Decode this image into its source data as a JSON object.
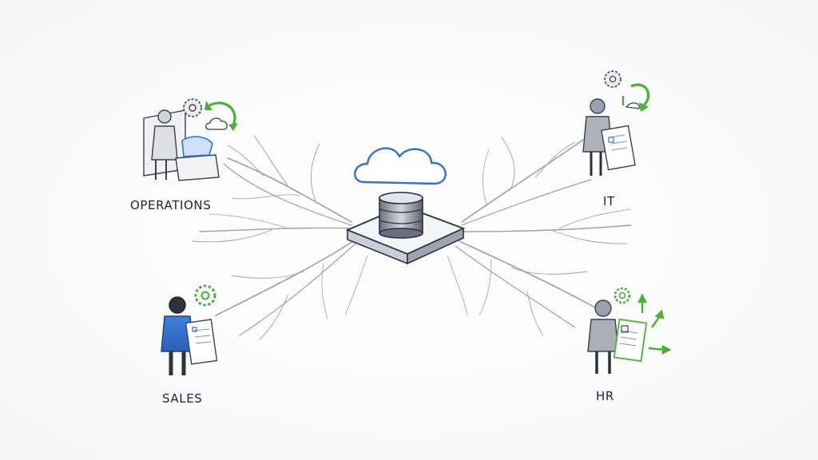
{
  "labels": {
    "operations": "OPERATIONS",
    "it": "IT",
    "sales": "SALES",
    "hr": "HR"
  },
  "colors": {
    "sketch": "#3a3f4b",
    "accent_blue": "#2f6fd6",
    "accent_green": "#4caf3a",
    "branch": "#9aa0ab"
  },
  "icons": {
    "center": [
      "cloud-icon",
      "database-icon"
    ],
    "operations": [
      "worker-at-desk-icon",
      "gear-icon",
      "refresh-arrow-icon",
      "cloud-small-icon"
    ],
    "it": [
      "person-with-clipboard-icon",
      "gear-icon",
      "refresh-arrow-icon"
    ],
    "sales": [
      "person-with-clipboard-icon",
      "gear-icon"
    ],
    "hr": [
      "person-with-clipboard-icon",
      "gear-icon",
      "growth-arrow-icon"
    ]
  }
}
